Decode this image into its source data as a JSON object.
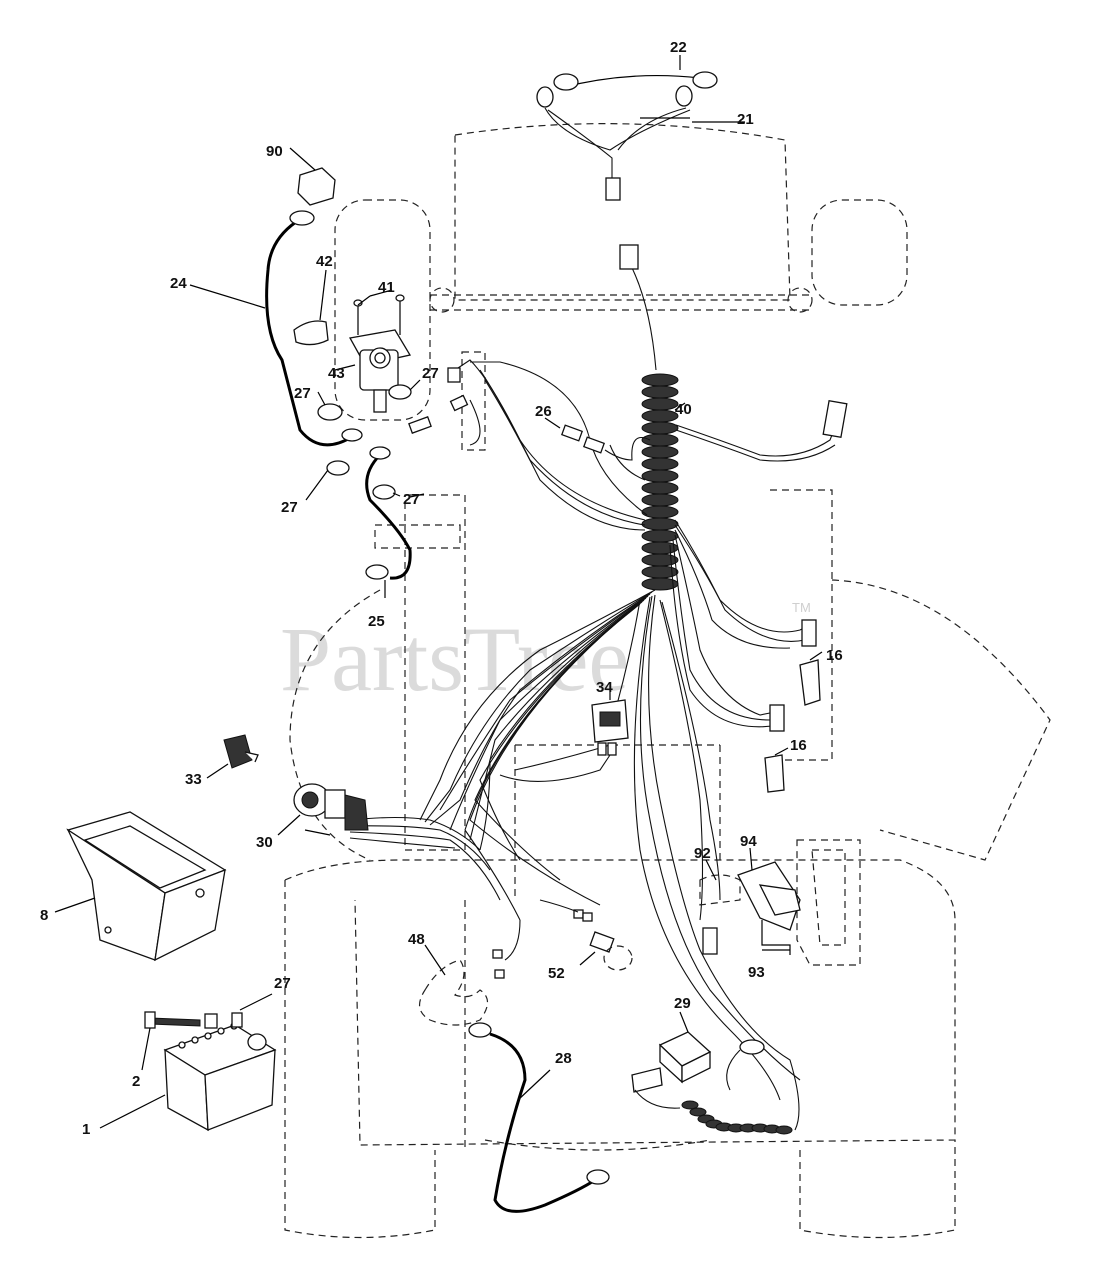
{
  "watermark": {
    "text": "PartsTree",
    "trademark": "TM"
  },
  "callouts": [
    {
      "id": "c22",
      "text": "22"
    },
    {
      "id": "c21",
      "text": "21"
    },
    {
      "id": "c90",
      "text": "90"
    },
    {
      "id": "c42",
      "text": "42"
    },
    {
      "id": "c41",
      "text": "41"
    },
    {
      "id": "c24",
      "text": "24"
    },
    {
      "id": "c43",
      "text": "43"
    },
    {
      "id": "c27a",
      "text": "27"
    },
    {
      "id": "c27b",
      "text": "27"
    },
    {
      "id": "c27c",
      "text": "27"
    },
    {
      "id": "c27d",
      "text": "27"
    },
    {
      "id": "c27e",
      "text": "27"
    },
    {
      "id": "c26",
      "text": "26"
    },
    {
      "id": "c40",
      "text": "40"
    },
    {
      "id": "c25",
      "text": "25"
    },
    {
      "id": "c16a",
      "text": "16"
    },
    {
      "id": "c16b",
      "text": "16"
    },
    {
      "id": "c34",
      "text": "34"
    },
    {
      "id": "c33",
      "text": "33"
    },
    {
      "id": "c30",
      "text": "30"
    },
    {
      "id": "c8",
      "text": "8"
    },
    {
      "id": "c92",
      "text": "92"
    },
    {
      "id": "c94",
      "text": "94"
    },
    {
      "id": "c93",
      "text": "93"
    },
    {
      "id": "c48",
      "text": "48"
    },
    {
      "id": "c52",
      "text": "52"
    },
    {
      "id": "c29",
      "text": "29"
    },
    {
      "id": "c28",
      "text": "28"
    },
    {
      "id": "c2",
      "text": "2"
    },
    {
      "id": "c1",
      "text": "1"
    }
  ]
}
